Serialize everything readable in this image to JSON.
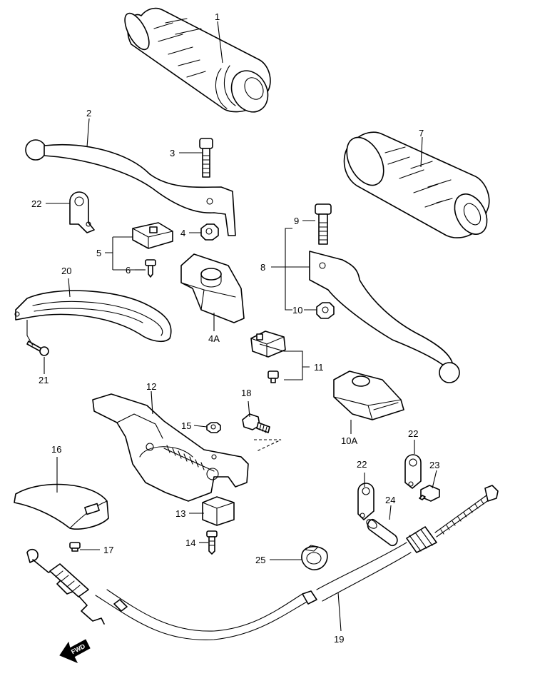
{
  "callouts": {
    "p1": "1",
    "p2": "2",
    "p3": "3",
    "p4": "4",
    "p4a": "4A",
    "p5": "5",
    "p6": "6",
    "p7": "7",
    "p8": "8",
    "p9": "9",
    "p10": "10",
    "p10a": "10A",
    "p11": "11",
    "p12": "12",
    "p13": "13",
    "p14": "14",
    "p15": "15",
    "p16": "16",
    "p17": "17",
    "p18": "18",
    "p19": "19",
    "p20": "20",
    "p21": "21",
    "p22a": "22",
    "p22b": "22",
    "p22c": "22",
    "p23": "23",
    "p24": "24",
    "p25": "25"
  },
  "direction_arrow": "FWD",
  "colors": {
    "line": "#000000",
    "background": "#ffffff"
  }
}
